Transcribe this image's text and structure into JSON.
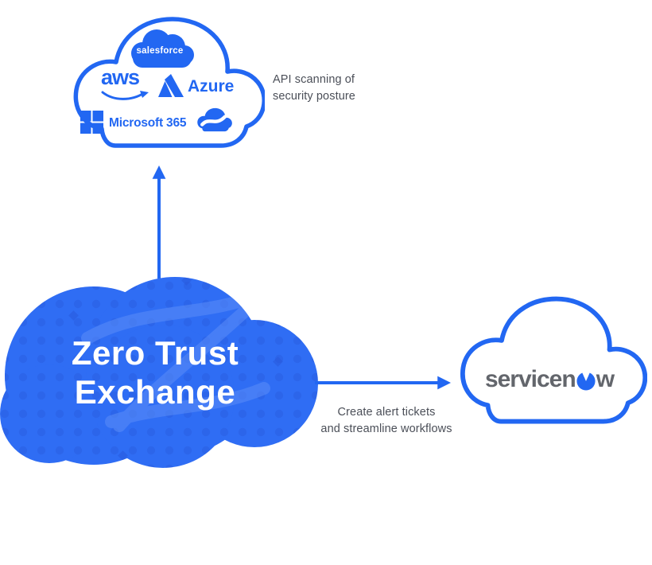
{
  "colors": {
    "brand_blue": "#2267f2",
    "zte_fill": "#2f6df4",
    "zte_dot": "#2858da",
    "zte_swoosh": "#5b8df8",
    "annotation_gray": "#4b4f58",
    "servicenow_gray": "#63666c",
    "background": "#ffffff"
  },
  "saas_cloud": {
    "salesforce_label": "salesforce",
    "aws_label": "aws",
    "azure_label": "Azure",
    "microsoft_label": "Microsoft 365"
  },
  "annotations": {
    "api_line1": "API scanning of",
    "api_line2": "security posture",
    "ticket_line1": "Create alert tickets",
    "ticket_line2": "and streamline workflows"
  },
  "zte": {
    "label_line1": "Zero Trust",
    "label_line2": "Exchange"
  },
  "servicenow": {
    "wordmark_pre": "servicen",
    "wordmark_post": "w"
  }
}
